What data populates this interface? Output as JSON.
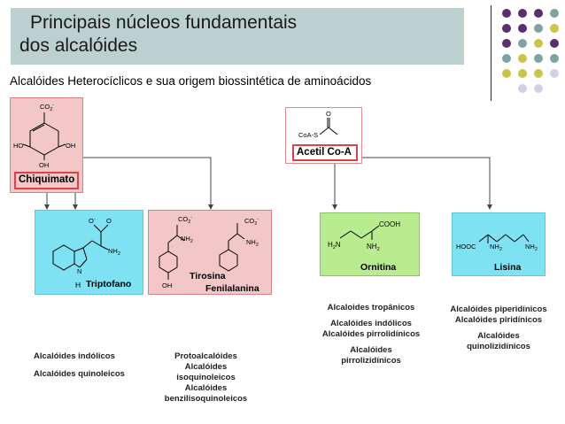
{
  "title": {
    "line1": "Principais núcleos fundamentais",
    "line2": "dos alcalóides"
  },
  "subtitle": "Alcalóides Heterocíclicos e sua origem biossintética  de aminoácidos",
  "colors": {
    "purple": "#5b2e6e",
    "teal": "#7fa3a0",
    "olive": "#c9c54a",
    "lavender": "#d3d2e4"
  },
  "precursors": {
    "chiquimato": {
      "label": "Chiquimato",
      "atoms": {
        "co2": "CO",
        "co2sub": "2",
        "co2sup": "-",
        "ho": "HO",
        "oh1": "OH",
        "oh2": "OH"
      }
    },
    "acetil": {
      "label": "Acetil Co-A",
      "coas": "CoA-S",
      "o": "O"
    }
  },
  "amino_acids": {
    "triptofano": {
      "label": "Triptofano",
      "h": "H",
      "n": "N",
      "o": "O",
      "nh2": "NH",
      "nh2sub": "2"
    },
    "tirosina": {
      "label": "Tirosina",
      "co2": "CO",
      "co2sub": "2",
      "nh2": "NH",
      "nh2sub": "2",
      "oh": "OH"
    },
    "fenilalanina": {
      "label": "Fenilalanina",
      "co2": "CO",
      "co2sub": "2",
      "nh2": "NH",
      "nh2sub": "2"
    },
    "ornitina": {
      "label": "Ornitina",
      "cooh": "COOH",
      "h2n": "H",
      "h2nsub": "2",
      "h2nN": "N",
      "nh2": "NH",
      "nh2sub": "2"
    },
    "lisina": {
      "label": "Lisina",
      "hooc": "HOOC",
      "nh2": "NH",
      "nh2sub": "2"
    }
  },
  "alkaloids": {
    "triptofano": [
      "Alcalóides indólicos",
      "Alcalóides quinoleicos"
    ],
    "tirosina": [
      "Protoalcalóides",
      "Alcalóides",
      "isoquinoleicos",
      "Alcalóides",
      "benzilisoquinoleicos"
    ],
    "ornitina": [
      "Alcaloides tropânicos",
      "Alcalóides indólicos",
      "Alcalóides pirrolidínicos",
      "Alcalóides",
      "pirrolizidínicos"
    ],
    "lisina": [
      "Alcalóides piperidínicos",
      "Alcalóides piridínicos",
      "Alcalóides",
      "quinolizidínicos"
    ]
  }
}
